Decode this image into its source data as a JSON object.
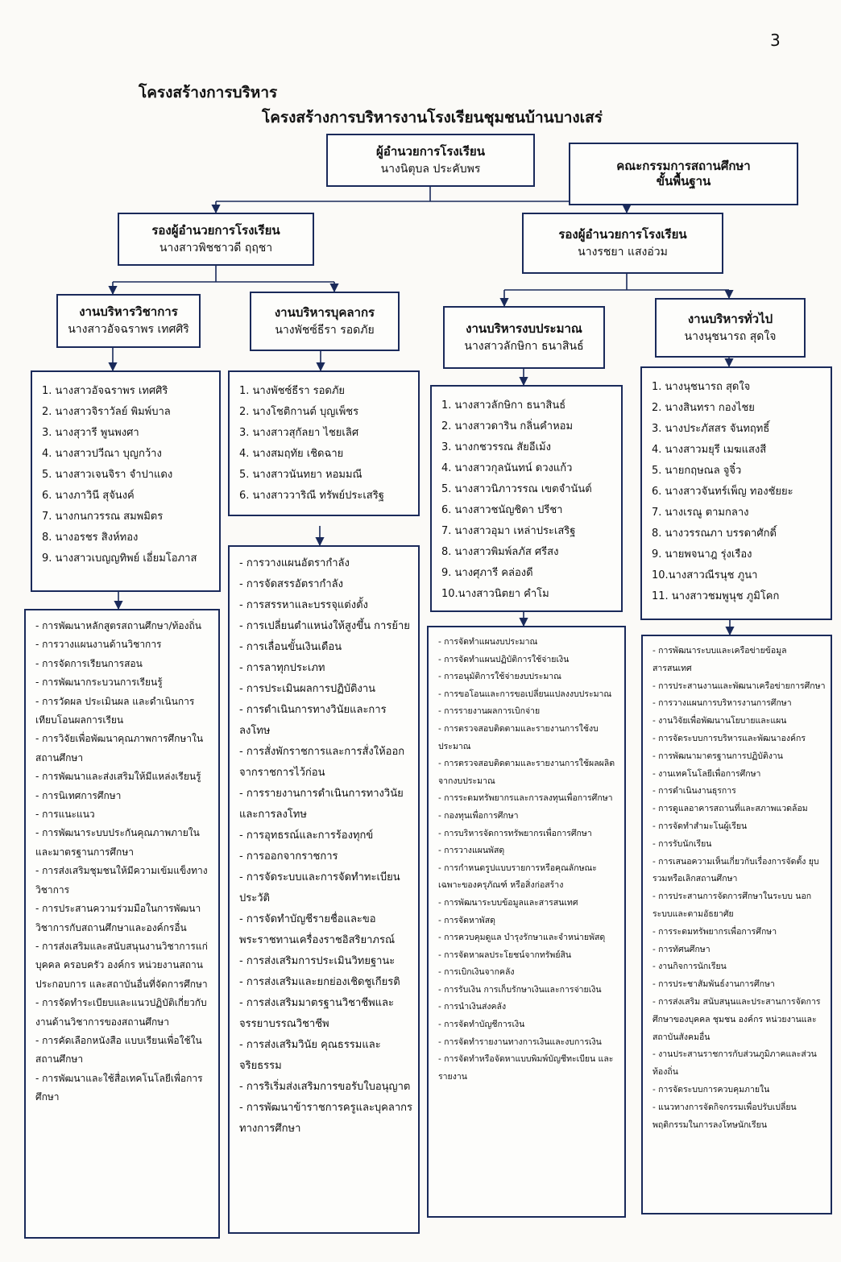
{
  "page_number": "3",
  "section_title": "โครงสร้างการบริหาร",
  "chart_title": "โครงสร้างการบริหารงานโรงเรียนชุมชนบ้านบางเสร่",
  "director": {
    "title": "ผู้อำนวยการโรงเรียน",
    "name": "นางนิตุบล ประคับพร"
  },
  "committee": {
    "line1": "คณะกรรมการสถานศึกษา",
    "line2": "ขั้นพื้นฐาน"
  },
  "deputies": [
    {
      "title": "รองผู้อำนวยการโรงเรียน",
      "name": "นางสาวพิชชาวดี ฤฤชา"
    },
    {
      "title": "รองผู้อำนวยการโรงเรียน",
      "name": "นางรชยา แสงอ่วม"
    }
  ],
  "departments": [
    {
      "title": "งานบริหารวิชาการ",
      "head": "นางสาวอัจฉราพร เทศศิริ",
      "members": [
        "1. นางสาวอัจฉราพร เทศศิริ",
        "2. นางสาวจิราวัลย์ พิมพ์บาล",
        "3. นางสุวารี พูนพงศา",
        "4. นางสาวปวีณา บุญกว้าง",
        "5. นางสาวเจนจิรา จำปาแดง",
        "6. นางภาวินี สุจันงค์",
        "7. นางกนกวรรณ สมพมิตร",
        "8. นางอรชร สิงห์ทอง",
        "9. นางสาวเบญญทิพย์ เอี่ยมโอภาส"
      ],
      "tasks": [
        "- การพัฒนาหลักสูตรสถานศึกษา/ท้องถิ่น",
        "- การวางแผนงานด้านวิชาการ",
        "- การจัดการเรียนการสอน",
        "- การพัฒนากระบวนการเรียนรู้",
        "- การวัดผล ประเมินผล และดำเนินการเทียบโอนผลการเรียน",
        "- การวิจัยเพื่อพัฒนาคุณภาพการศึกษาในสถานศึกษา",
        "- การพัฒนาและส่งเสริมให้มีแหล่งเรียนรู้",
        "- การนิเทศการศึกษา",
        "- การแนะแนว",
        "- การพัฒนาระบบประกันคุณภาพภายในและมาตรฐานการศึกษา",
        "- การส่งเสริมชุมชนให้มีความเข้มแข็งทางวิชาการ",
        "- การประสานความร่วมมือในการพัฒนาวิชาการกับสถานศึกษาและองค์กรอื่น",
        "- การส่งเสริมและสนับสนุนงานวิชาการแก่บุคคล ครอบครัว องค์กร หน่วยงานสถานประกอบการ และสถาบันอื่นที่จัดการศึกษา",
        "- การจัดทำระเบียบและแนวปฏิบัติเกี่ยวกับงานด้านวิชาการของสถานศึกษา",
        "- การคัดเลือกหนังสือ แบบเรียนเพื่อใช้ในสถานศึกษา",
        "- การพัฒนาและใช้สื่อเทคโนโลยีเพื่อการศึกษา"
      ]
    },
    {
      "title": "งานบริหารบุคลากร",
      "head": "นางพัชซ์ธีรา รอดภัย",
      "members": [
        "1. นางพัชซ์ธีรา รอดภัย",
        "2. นางโชติกานต์ บุญเพ็ชร",
        "3. นางสาวสุกัลยา ไชยเลิศ",
        "4. นางสมฤทัย เชิดฉาย",
        "5. นางสาวนันทยา หอมมณี",
        "6. นางสาววาริณี ทรัพย์ประเสริฐ"
      ],
      "tasks": [
        "- การวางแผนอัตรากำลัง",
        "- การจัดสรรอัตรากำลัง",
        "- การสรรหาและบรรจุแต่งตั้ง",
        "- การเปลี่ยนตำแหน่งให้สูงขึ้น การย้าย",
        "- การเลื่อนขั้นเงินเดือน",
        "- การลาทุกประเภท",
        "- การประเมินผลการปฏิบัติงาน",
        "- การดำเนินการทางวินัยและการลงโทษ",
        "- การสั่งพักราชการและการสั่งให้ออกจากราชการไว้ก่อน",
        "- การรายงานการดำเนินการทางวินัยและการลงโทษ",
        "- การอุทธรณ์และการร้องทุกข์",
        "- การออกจากราชการ",
        "- การจัดระบบและการจัดทำทะเบียนประวัติ",
        "- การจัดทำบัญชีรายชื่อและขอพระราชทานเครื่องราชอิสริยาภรณ์",
        "- การส่งเสริมการประเมินวิทยฐานะ",
        "- การส่งเสริมและยกย่องเชิดชูเกียรติ",
        "- การส่งเสริมมาตรฐานวิชาชีพและจรรยาบรรณวิชาชีพ",
        "- การส่งเสริมวินัย คุณธรรมและจริยธรรม",
        "- การริเริ่มส่งเสริมการขอรับใบอนุญาต",
        "- การพัฒนาข้าราชการครูและบุคลากรทางการศึกษา"
      ]
    },
    {
      "title": "งานบริหารงบประมาณ",
      "head": "นางสาวลักษิกา ธนาสินธ์",
      "members": [
        "1. นางสาวลักษิกา ธนาสินธ์",
        "2. นางสาวดาริน กลิ่นคำหอม",
        "3. นางกชวรรณ สัยอีเม้ง",
        "4. นางสาวกุลนันทน์ ดวงแก้ว",
        "5. นางสาวนิภาวรรณ เขตจำนันต์",
        "6. นางสาวชนัญชิดา ปรีชา",
        "7. นางสาวอุมา เหล่าประเสริฐ",
        "8. นางสาวพิมพ์ลภัส ศรีสง",
        "9. นางศุภารี คล่องดี",
        "10.นางสาวนิตยา คำโม"
      ],
      "tasks": [
        "- การจัดทำแผนงบประมาณ",
        "- การจัดทำแผนปฏิบัติการใช้จ่ายเงิน",
        "- การอนุมัติการใช้จ่ายงบประมาณ",
        "- การขอโอนและการขอเปลี่ยนแปลงงบประมาณ",
        "- การรายงานผลการเบิกจ่าย",
        "- การตรวจสอบติดตามและรายงานการใช้งบประมาณ",
        "- การตรวจสอบติดตามและรายงานการใช้ผลผลิตจากงบประมาณ",
        "- การระดมทรัพยากรและการลงทุนเพื่อการศึกษา",
        "- กองทุนเพื่อการศึกษา",
        "- การบริหารจัดการทรัพยากรเพื่อการศึกษา",
        "- การวางแผนพัสดุ",
        "- การกำหนดรูปแบบรายการหรือคุณลักษณะเฉพาะของครุภัณฑ์ หรือสิ่งก่อสร้าง",
        "- การพัฒนาระบบข้อมูลและสารสนเทศ",
        "- การจัดหาพัสดุ",
        "- การควบคุมดูแล บำรุงรักษาและจำหน่ายพัสดุ",
        "- การจัดหาผลประโยชน์จากทรัพย์สิน",
        "- การเบิกเงินจากคลัง",
        "- การรับเงิน การเก็บรักษาเงินและการจ่ายเงิน",
        "- การนำเงินส่งคลัง",
        "- การจัดทำบัญชีการเงิน",
        "- การจัดทำรายงานทางการเงินและงบการเงิน",
        "- การจัดทำหรือจัดหาแบบพิมพ์บัญชีทะเบียน และรายงาน"
      ]
    },
    {
      "title": "งานบริหารทั่วไป",
      "head": "นางนุชนารถ สุดใจ",
      "members": [
        "1. นางนุชนารถ สุดใจ",
        "2. นางสินทรา กองไชย",
        "3. นางประภัสสร จันทฤทธิ์",
        "4. นางสาวมยุรี เมฆแสงสี",
        "5. นายกฤษณล จูจิ๋ว",
        "6. นางสาวจันทร์เพ็ญ ทองชัยยะ",
        "7. นางเรณู ตามกลาง",
        "8. นางวรรณภา บรรดาศักดิ์",
        "9. นายพจนาฎ รุ่งเรือง",
        "10.นางสาวณีรนุช ภูนา",
        "11. นางสาวชมพูนุช ภูมิโคก"
      ],
      "tasks": [
        "- การพัฒนาระบบและเครือข่ายข้อมูลสารสนเทศ",
        "- การประสานงานและพัฒนาเครือข่ายการศึกษา",
        "- การวางแผนการบริหารงานการศึกษา",
        "- งานวิจัยเพื่อพัฒนานโยบายและแผน",
        "- การจัดระบบการบริหารและพัฒนาองค์กร",
        "- การพัฒนามาตรฐานการปฏิบัติงาน",
        "- งานเทคโนโลยีเพื่อการศึกษา",
        "- การดำเนินงานธุรการ",
        "- การดูแลอาคารสถานที่และสภาพแวดล้อม",
        "- การจัดทำสำมะโนผู้เรียน",
        "- การรับนักเรียน",
        "- การเสนอความเห็นเกี่ยวกับเรื่องการจัดตั้ง ยุบ รวมหรือเลิกสถานศึกษา",
        "- การประสานการจัดการศึกษาในระบบ นอกระบบและตามอัธยาศัย",
        "- การระดมทรัพยากรเพื่อการศึกษา",
        "- การทัศนศึกษา",
        "- งานกิจการนักเรียน",
        "- การประชาสัมพันธ์งานการศึกษา",
        "- การส่งเสริม สนับสนุนและประสานการจัดการศึกษาของบุคคล ชุมชน องค์กร หน่วยงานและสถาบันสังคมอื่น",
        "- งานประสานราชการกับส่วนภูมิภาคและส่วนท้องถิ่น",
        "- การจัดระบบการควบคุมภายใน",
        "- แนวทางการจัดกิจกรรมเพื่อปรับเปลี่ยนพฤติกรรมในการลงโทษนักเรียน"
      ]
    }
  ]
}
